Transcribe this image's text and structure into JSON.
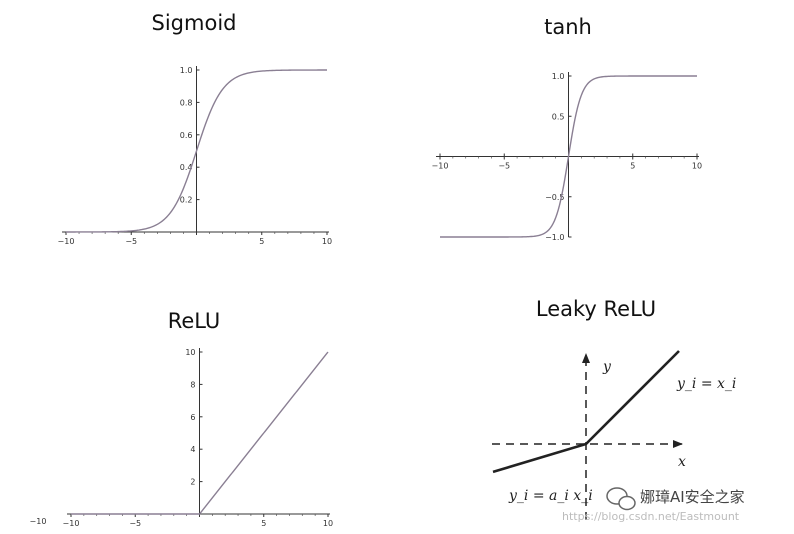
{
  "chart_data": [
    {
      "type": "line",
      "title": "Sigmoid",
      "function": "sigmoid",
      "xlim": [
        -10,
        10
      ],
      "ylim": [
        0,
        1.0
      ],
      "x_ticks": [
        -10,
        -5,
        0,
        5,
        10
      ],
      "x_tick_labels": [
        "−10",
        "−5",
        "",
        "5",
        "10"
      ],
      "y_ticks": [
        0.2,
        0.4,
        0.6,
        0.8,
        1.0
      ],
      "y_tick_labels": [
        "0.2",
        "0.4",
        "0.6",
        "0.8",
        "1.0"
      ],
      "x": [
        -10,
        -5,
        -2,
        0,
        2,
        5,
        10
      ],
      "y": [
        0.0,
        0.007,
        0.119,
        0.5,
        0.881,
        0.993,
        1.0
      ],
      "line_color": "#8a7f93"
    },
    {
      "type": "line",
      "title": "tanh",
      "function": "tanh",
      "xlim": [
        -10,
        10
      ],
      "ylim": [
        -1.0,
        1.0
      ],
      "x_ticks": [
        -10,
        -5,
        0,
        5,
        10
      ],
      "x_tick_labels": [
        "−10",
        "−5",
        "",
        "5",
        "10"
      ],
      "y_ticks": [
        -1.0,
        -0.5,
        0.5,
        1.0
      ],
      "y_tick_labels": [
        "−1.0",
        "−0.5",
        "0.5",
        "1.0"
      ],
      "x": [
        -10,
        -5,
        -1,
        0,
        1,
        5,
        10
      ],
      "y": [
        -1.0,
        -1.0,
        -0.762,
        0.0,
        0.762,
        1.0,
        1.0
      ],
      "line_color": "#8a7f93"
    },
    {
      "type": "line",
      "title": "ReLU",
      "function": "relu",
      "xlim": [
        -10,
        10
      ],
      "ylim": [
        0,
        10
      ],
      "x_ticks": [
        -10,
        -5,
        0,
        5,
        10
      ],
      "x_tick_labels": [
        "−10",
        "−5",
        "",
        "5",
        "10"
      ],
      "y_ticks": [
        2,
        4,
        6,
        8,
        10
      ],
      "y_tick_labels": [
        "2",
        "4",
        "6",
        "8",
        "10"
      ],
      "x": [
        -10,
        0,
        10
      ],
      "y": [
        0,
        0,
        10
      ],
      "line_color": "#8a7f93"
    },
    {
      "type": "line",
      "title": "Leaky ReLU",
      "function": "leaky_relu",
      "xlabel": "x",
      "ylabel": "y",
      "annotations": [
        "y_i = x_i",
        "y_i = a_i x_i"
      ],
      "x": [
        -1,
        0,
        1
      ],
      "y": [
        -0.3,
        0,
        1
      ],
      "line_color": "#222222"
    }
  ],
  "stray_tick_label": "−10",
  "watermark": {
    "icon": "wechat-icon",
    "text": "娜璋AI安全之家",
    "url": "https://blog.csdn.net/Eastmount"
  }
}
